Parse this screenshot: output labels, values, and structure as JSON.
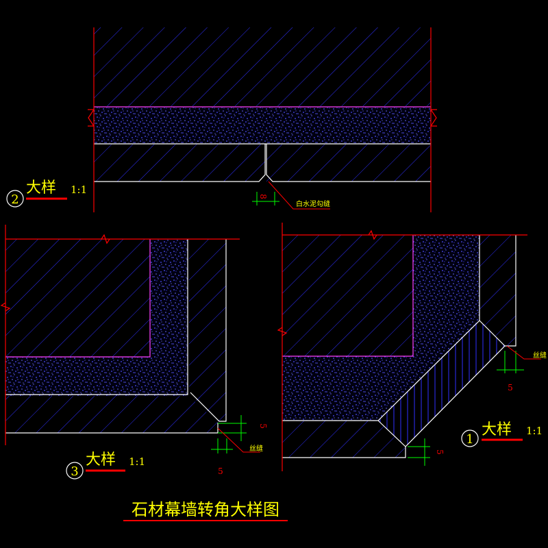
{
  "title": "石材幕墙转角大样图",
  "details": [
    {
      "id": "detail-2",
      "number": "2",
      "label": "大样",
      "scale": "1:1",
      "note": "白水泥勾缝",
      "dim": "8"
    },
    {
      "id": "detail-3",
      "number": "3",
      "label": "大样",
      "scale": "1:1",
      "note": "丝缝",
      "dims": [
        "5",
        "5"
      ]
    },
    {
      "id": "detail-1",
      "number": "1",
      "label": "大样",
      "scale": "1:1",
      "note": "丝缝",
      "dims": [
        "5",
        "5"
      ]
    }
  ],
  "colors": {
    "background": "#000000",
    "outline_red": "#ff0000",
    "hatch_blue": "#3030ff",
    "speckle_blue": "#5050ff",
    "edge_white": "#ffffff",
    "edge_pink": "#ff40ff",
    "dim_green": "#00ff00",
    "text_yellow": "#ffff00",
    "bubble_white": "#ffffff"
  }
}
